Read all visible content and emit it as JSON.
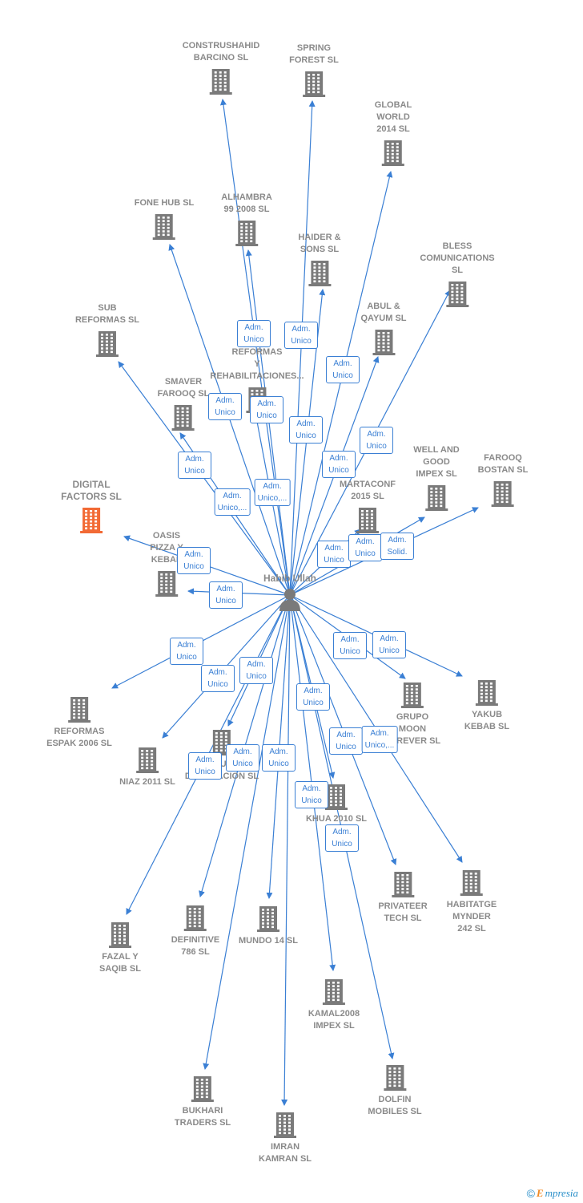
{
  "center": {
    "name": "Habib Ullah"
  },
  "colors": {
    "edge": "#3a7fd4",
    "building": "#7a7a7a",
    "highlight": "#f26a35",
    "label": "#8a8a8a"
  },
  "nodes": [
    {
      "id": "construshahid",
      "lines": [
        "CONSTRUSHAHID",
        "BARCINO SL"
      ]
    },
    {
      "id": "spring",
      "lines": [
        "SPRING",
        "FOREST  SL"
      ]
    },
    {
      "id": "global",
      "lines": [
        "GLOBAL",
        "WORLD",
        "2014  SL"
      ]
    },
    {
      "id": "fonehub",
      "lines": [
        "FONE HUB  SL"
      ]
    },
    {
      "id": "alhambra",
      "lines": [
        "ALHAMBRA",
        "99 2008 SL"
      ]
    },
    {
      "id": "haider",
      "lines": [
        "HAIDER &",
        "SONS SL"
      ]
    },
    {
      "id": "bless",
      "lines": [
        "BLESS",
        "COMUNICATIONS",
        "SL"
      ]
    },
    {
      "id": "sub",
      "lines": [
        "SUB",
        "REFORMAS SL"
      ]
    },
    {
      "id": "abul",
      "lines": [
        "ABUL &",
        "QAYUM  SL"
      ]
    },
    {
      "id": "reformasy",
      "lines": [
        "REFORMAS",
        "Y",
        "REHABILITACIONES..."
      ]
    },
    {
      "id": "smaver",
      "lines": [
        "SMAVER",
        "FAROOQ SL"
      ]
    },
    {
      "id": "digital",
      "lines": [
        "DIGITAL",
        "FACTORS  SL"
      ],
      "highlight": true
    },
    {
      "id": "wellgood",
      "lines": [
        "WELL AND",
        "GOOD",
        "IMPEX SL"
      ]
    },
    {
      "id": "farooq",
      "lines": [
        "FAROOQ",
        "BOSTAN SL"
      ]
    },
    {
      "id": "martaconf",
      "lines": [
        "MARTACONF",
        "2015  SL"
      ]
    },
    {
      "id": "oasis",
      "lines": [
        "OASIS",
        "PIZZA Y",
        "KEBAP"
      ]
    },
    {
      "id": "reformasespak",
      "lines": [
        "REFORMAS",
        "ESPAK 2006 SL"
      ]
    },
    {
      "id": "niaz",
      "lines": [
        "NIAZ 2011 SL"
      ]
    },
    {
      "id": "pintura",
      "lines": [
        "PINTURA I",
        "DECORACION SL"
      ]
    },
    {
      "id": "grupo",
      "lines": [
        "GRUPO",
        "MOON",
        "FOREVER SL"
      ]
    },
    {
      "id": "yakub",
      "lines": [
        "YAKUB",
        "KEBAB  SL"
      ]
    },
    {
      "id": "khua",
      "lines": [
        "KHUA 2010 SL"
      ]
    },
    {
      "id": "privateer",
      "lines": [
        "PRIVATEER",
        "TECH  SL"
      ]
    },
    {
      "id": "habitatge",
      "lines": [
        "HABITATGE",
        "MYNDER",
        "242 SL"
      ]
    },
    {
      "id": "definitive",
      "lines": [
        "DEFINITIVE",
        "786  SL"
      ]
    },
    {
      "id": "mundo",
      "lines": [
        "MUNDO 14 SL"
      ]
    },
    {
      "id": "fazal",
      "lines": [
        "FAZAL Y",
        "SAQIB SL"
      ]
    },
    {
      "id": "kamal",
      "lines": [
        "KAMAL2008",
        "IMPEX SL"
      ]
    },
    {
      "id": "bukhari",
      "lines": [
        "BUKHARI",
        "TRADERS SL"
      ]
    },
    {
      "id": "dolfin",
      "lines": [
        "DOLFIN",
        "MOBILES SL"
      ]
    },
    {
      "id": "imran",
      "lines": [
        "IMRAN",
        "KAMRAN SL"
      ]
    }
  ],
  "badges": [
    {
      "lines": [
        "Adm.",
        "Unico"
      ]
    },
    {
      "lines": [
        "Adm.",
        "Unico"
      ]
    },
    {
      "lines": [
        "Adm.",
        "Unico"
      ]
    },
    {
      "lines": [
        "Adm.",
        "Unico"
      ]
    },
    {
      "lines": [
        "Adm.",
        "Unico"
      ]
    },
    {
      "lines": [
        "Adm.",
        "Unico"
      ]
    },
    {
      "lines": [
        "Adm.",
        "Unico"
      ]
    },
    {
      "lines": [
        "Adm.",
        "Unico"
      ]
    },
    {
      "lines": [
        "Adm.",
        "Unico"
      ]
    },
    {
      "lines": [
        "Adm.",
        "Unico,..."
      ]
    },
    {
      "lines": [
        "Adm.",
        "Unico,..."
      ]
    },
    {
      "lines": [
        "Adm.",
        "Unico"
      ]
    },
    {
      "lines": [
        "Adm.",
        "Unico"
      ]
    },
    {
      "lines": [
        "Adm.",
        "Solid."
      ]
    },
    {
      "lines": [
        "Adm.",
        "Unico"
      ]
    },
    {
      "lines": [
        "Adm.",
        "Unico"
      ]
    },
    {
      "lines": [
        "Adm.",
        "Unico"
      ]
    },
    {
      "lines": [
        "Adm.",
        "Unico"
      ]
    },
    {
      "lines": [
        "Adm.",
        "Unico"
      ]
    },
    {
      "lines": [
        "Adm.",
        "Unico"
      ]
    },
    {
      "lines": [
        "Adm.",
        "Unico"
      ]
    },
    {
      "lines": [
        "Adm.",
        "Unico"
      ]
    },
    {
      "lines": [
        "Adm.",
        "Unico"
      ]
    },
    {
      "lines": [
        "Adm.",
        "Unico,..."
      ]
    },
    {
      "lines": [
        "Adm.",
        "Unico"
      ]
    },
    {
      "lines": [
        "Adm.",
        "Unico"
      ]
    },
    {
      "lines": [
        "Adm.",
        "Unico"
      ]
    },
    {
      "lines": [
        "Adm.",
        "Unico"
      ]
    },
    {
      "lines": [
        "Adm.",
        "Unico"
      ]
    }
  ],
  "footer": {
    "copyright": "©",
    "brand_initial": "E",
    "brand_rest": "mpresia"
  }
}
